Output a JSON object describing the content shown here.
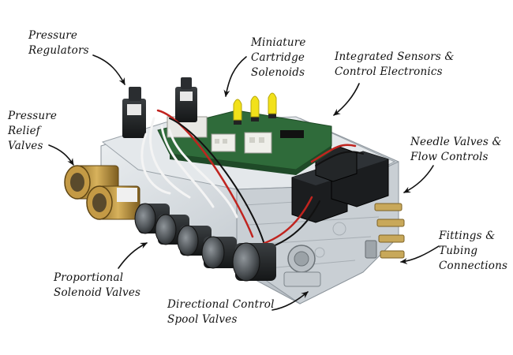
{
  "labels": {
    "pressure_regulators": "Pressure\nRegulators",
    "miniature_solenoids": "Miniature\nCartridge\nSolenoids",
    "integrated_sensors": "Integrated Sensors &\nControl Electronics",
    "pressure_relief": "Pressure\nRelief\nValves",
    "needle_valves": "Needle Valves &\nFlow Controls",
    "fittings": "Fittings &\nTubing\nConnections",
    "proportional": "Proportional\nSolenoid Valves",
    "directional": "Directional Control\nSpool Valves"
  },
  "colors": {
    "text": "#111111",
    "manifold": "#d9dde0",
    "pcb": "#2f6b3a",
    "brass": "#b8923e",
    "cartridge": "#f2e11a",
    "coil": "#222426",
    "wire_red": "#c0241f"
  }
}
